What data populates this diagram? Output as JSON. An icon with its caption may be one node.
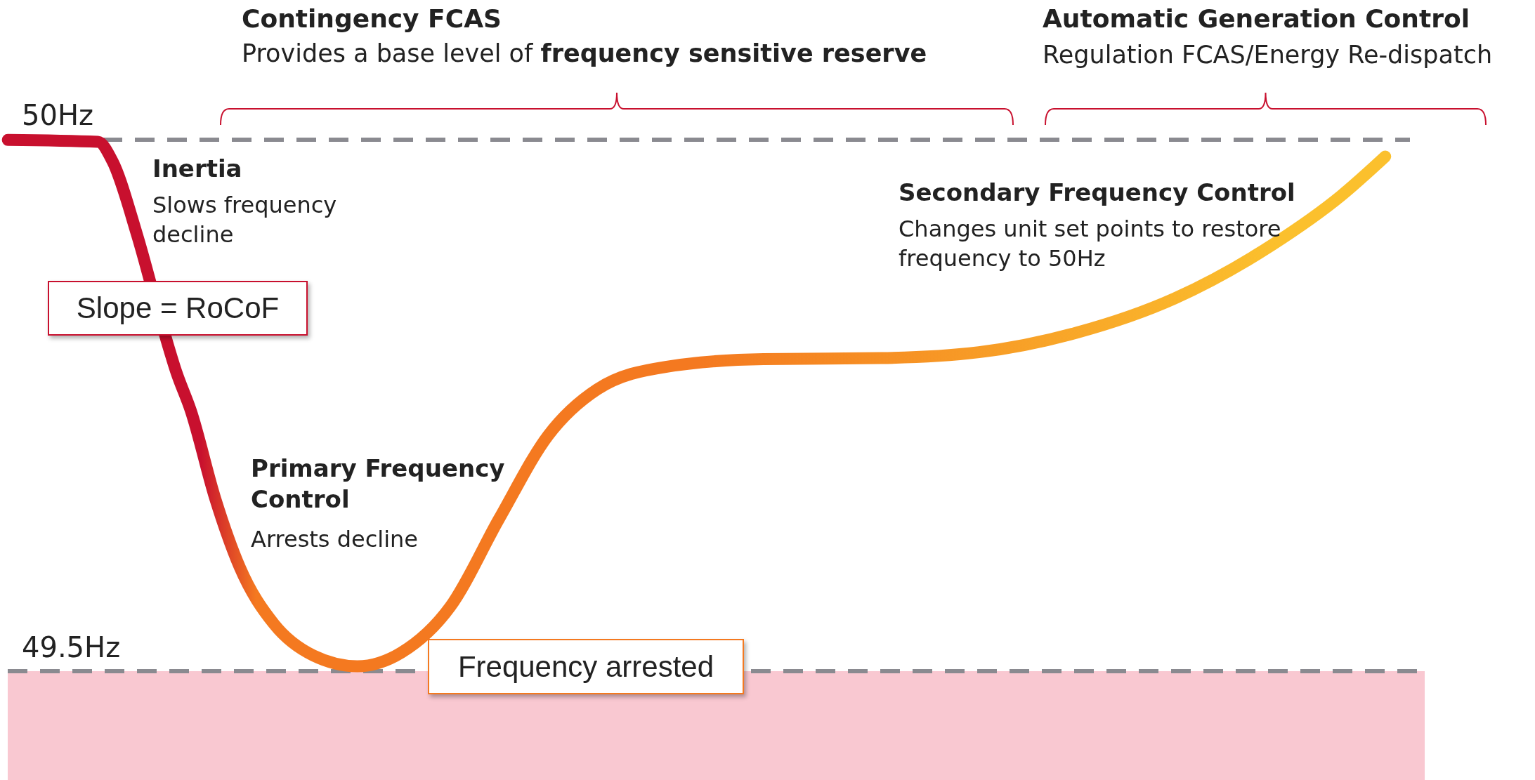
{
  "diagram": {
    "nodes": [
      {
        "text": [
          "Slope = RoCoF"
        ]
      },
      {
        "text": [
          "Frequency arrested"
        ]
      }
    ],
    "labels": [
      "Contingency FCAS",
      "Provides a base level of **frequency sensitive reserve**",
      "Automatic Generation Control",
      "Regulation FCAS/Energy Re-dispatch",
      "50Hz",
      "Inertia",
      "Slows frequency decline",
      "Secondary Frequency Control",
      "Changes unit set points to restore frequency to 50Hz",
      "Primary Frequency Control",
      "Arrests decline",
      "49.5Hz"
    ]
  }
}
